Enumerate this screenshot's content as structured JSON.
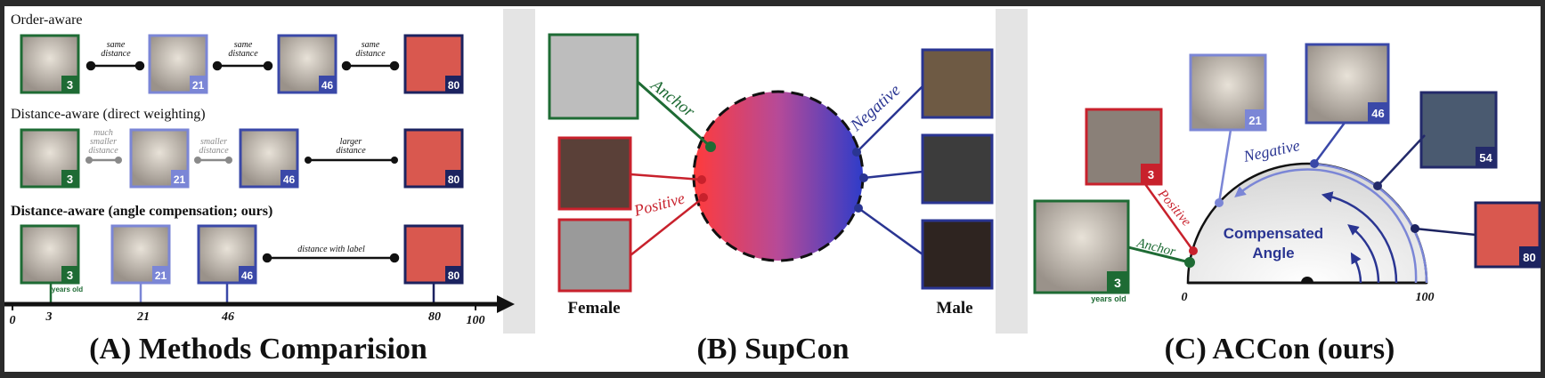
{
  "panel_a": {
    "caption": "(A) Methods Comparision",
    "rows": [
      {
        "title": "Order-aware",
        "ages": [
          "3",
          "21",
          "46",
          "80"
        ],
        "distance_labels": [
          [
            "same",
            "distance"
          ],
          [
            "same",
            "distance"
          ],
          [
            "same",
            "distance"
          ]
        ]
      },
      {
        "title": "Distance-aware (direct weighting)",
        "ages": [
          "3",
          "21",
          "46",
          "80"
        ],
        "distance_labels": [
          [
            "much",
            "smaller",
            "distance"
          ],
          [
            "smaller",
            "distance"
          ],
          [
            "larger",
            "distance"
          ]
        ]
      },
      {
        "title": "Distance-aware (angle compensation; ours)",
        "ages": [
          "3",
          "21",
          "46",
          "80"
        ],
        "distance_labels": [
          [
            "distance with label"
          ]
        ],
        "age_unit": "years old"
      }
    ],
    "axis_ticks": [
      "0",
      "3",
      "21",
      "46",
      "80",
      "100"
    ]
  },
  "panel_b": {
    "caption": "(B) SupCon",
    "anchor_label": "Anchor",
    "positive_label": "Positive",
    "negative_label": "Negative",
    "female_label": "Female",
    "male_label": "Male"
  },
  "panel_c": {
    "caption": "(C) ACCon (ours)",
    "ages": [
      "3",
      "3",
      "21",
      "46",
      "54",
      "80"
    ],
    "age_unit": "years old",
    "anchor_label": "Anchor",
    "positive_label": "Positive",
    "negative_label": "Negative",
    "center_label_line1": "Compensated",
    "center_label_line2": "Angle",
    "axis_start": "0",
    "axis_end": "100"
  },
  "colors": {
    "age_3": "#1e6b34",
    "age_21": "#7b86d6",
    "age_46": "#3a48a8",
    "age_54": "#232a6a",
    "age_80": "#1c2360",
    "positive": "#c8212c",
    "anchor": "#1e6b34",
    "female_red": "#c8212c",
    "male_blue": "#2a3592"
  }
}
